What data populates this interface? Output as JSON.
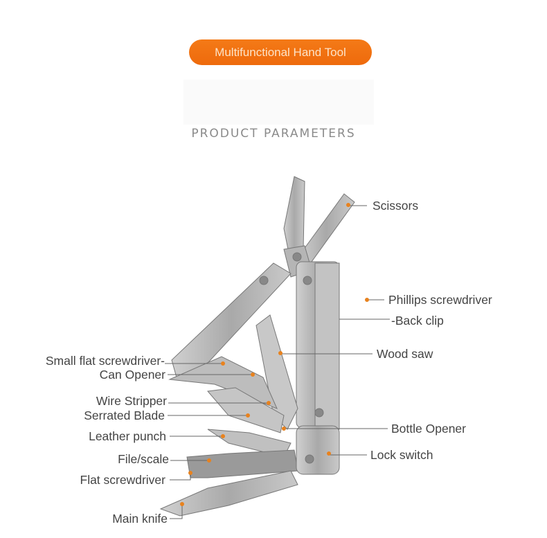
{
  "header": {
    "title": "Multifunctional Hand Tool",
    "subtitle": "PRODUCT PARAMETERS"
  },
  "colors": {
    "accent": "#f07010",
    "dot": "#e8821e",
    "text": "#444444",
    "steel": "#b8b8b8"
  },
  "labels": {
    "scissors": "Scissors",
    "phillips": "Phillips screwdriver",
    "back_clip": "-Back clip",
    "wood_saw": "Wood saw",
    "small_flat": "Small flat screwdriver-",
    "can_opener": "Can Opener",
    "wire_stripper": "Wire Stripper",
    "serrated": "Serrated Blade",
    "bottle_opener": "Bottle Opener",
    "leather_punch": "Leather punch",
    "lock_switch": "Lock switch",
    "file_scale": "File/scale",
    "flat_screwdriver": "Flat screwdriver",
    "main_knife": "Main knife"
  }
}
